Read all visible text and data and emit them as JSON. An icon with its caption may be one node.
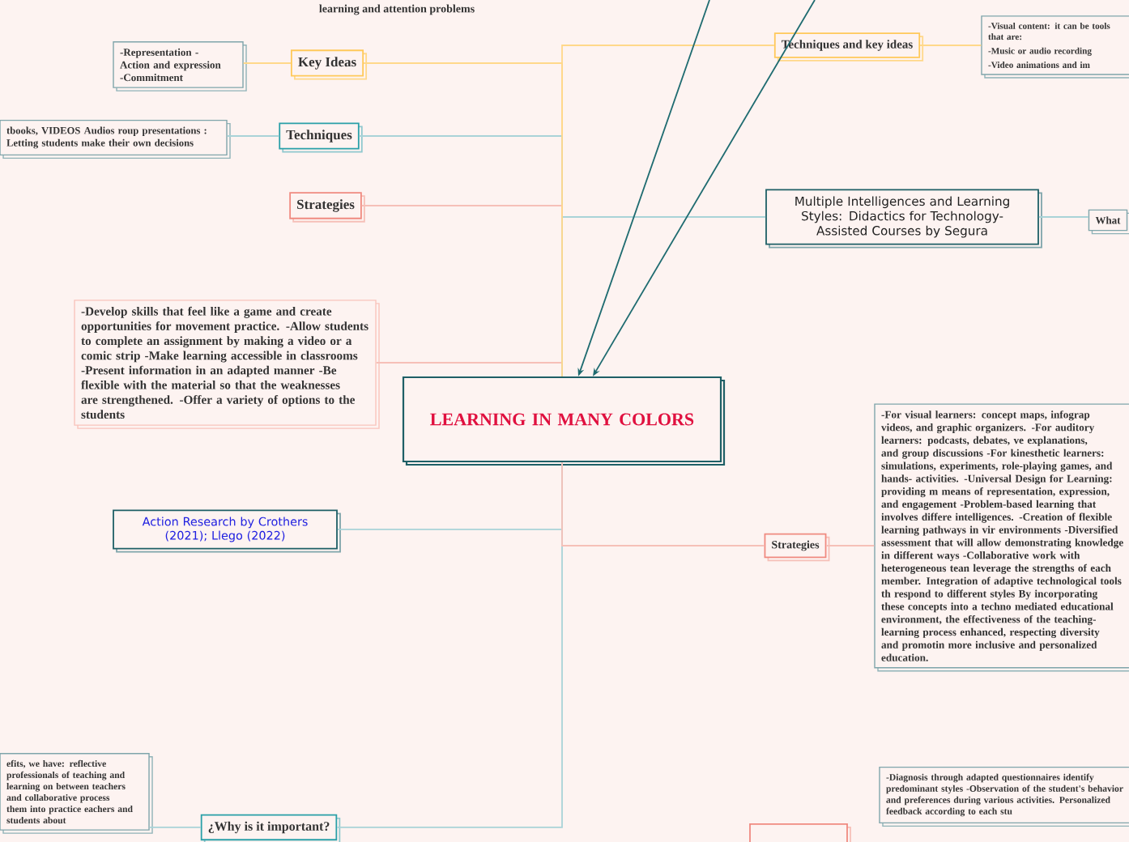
{
  "diagram": {
    "nodes": [
      {
        "text": [
          "LEARNING IN MANY COLORS"
        ]
      },
      {
        "text": [
          "Key Ideas"
        ]
      },
      {
        "text": [
          "-Representation -Action and expression -Commitment"
        ]
      },
      {
        "text": [
          "Techniques"
        ]
      },
      {
        "text": [
          "tbooks, VIDEOS Audios roup presentations : Letting students make their own decisions"
        ]
      },
      {
        "text": [
          "Strategies"
        ]
      },
      {
        "text": [
          "-Develop skills that feel like a game and create opportunities for movement practice. -Allow students to complete an assignment by making a video or a comic strip -Make learning accessible in classrooms -Present information in an adapted manner -Be flexible with the material so that the weaknesses are strengthened. -Offer a variety of options to the students"
        ]
      },
      {
        "text": [
          "Action Research by Crothers (2021); Llego (2022)"
        ]
      },
      {
        "text": [
          "¿Why is it important?"
        ]
      },
      {
        "text": [
          "efits, we have: reflective professionals of teaching and learning on between teachers and collaborative process them into practice eachers and students about"
        ]
      },
      {
        "text": [
          "Multiple Intelligences and Learning Styles: Didactics for Technology-Assisted Courses by Segura"
        ]
      },
      {
        "text": [
          "Techniques and key ideas"
        ]
      },
      {
        "text": [
          "-Visual content: it can be tools that are:",
          "-Music or audio recording",
          "-Video animations and im"
        ]
      },
      {
        "text": [
          "What"
        ]
      },
      {
        "text": [
          "Strategies"
        ]
      },
      {
        "text": [
          "-For visual learners: concept maps, infograp videos, and graphic organizers. -For auditory learners: podcasts, debates, ve explanations, and group discussions -For kinesthetic learners: simulations, experiments, role-playing games, and hands- activities. -Universal Design for Learning: providing m means of representation, expression, and engagement -Problem-based learning that involves differe intelligences. -Creation of flexible learning pathways in vir environments -Diversified assessment that will allow demonstrating knowledge in different ways -Collaborative work with heterogeneous tean leverage the strengths of each member. Integration of adaptive technological tools th respond to different styles By incorporating these concepts into a techno mediated educational environment, the effectiveness of the teaching-learning process enhanced, respecting diversity and promotin more inclusive and personalized education."
        ]
      },
      {
        "text": [
          "-Diagnosis through adapted questionnaires identify predominant styles -Observation of the student's behavior and preferences during various activities. Personalized feedback according to each stu"
        ]
      },
      {
        "text": [],
        "shape": "box"
      }
    ],
    "edges": [
      {
        "from": 0,
        "to": 1,
        "arrow": "none",
        "color": "#ffd88a"
      },
      {
        "from": 1,
        "to": 2,
        "arrow": "none",
        "color": "#ffd88a"
      },
      {
        "from": 0,
        "to": 3,
        "arrow": "none"
      },
      {
        "from": 3,
        "to": 4,
        "arrow": "none"
      },
      {
        "from": 0,
        "to": 5,
        "arrow": "none",
        "color": "#f6c0b8"
      },
      {
        "from": 0,
        "to": 6,
        "arrow": "none",
        "color": "#f6c0b8"
      },
      {
        "from": 0,
        "to": 7,
        "arrow": "none"
      },
      {
        "from": 0,
        "to": 8,
        "arrow": "none"
      },
      {
        "from": 8,
        "to": 9,
        "arrow": "none"
      },
      {
        "from": 0,
        "to": 10,
        "arrow": "none"
      },
      {
        "from": 10,
        "to": 13,
        "arrow": "none"
      },
      {
        "from": 0,
        "to": 11,
        "arrow": "none",
        "color": "#ffd88a"
      },
      {
        "from": 11,
        "to": 12,
        "arrow": "none",
        "color": "#ffd88a"
      },
      {
        "from": 0,
        "to": 14,
        "arrow": "none",
        "color": "#f6c0b8"
      },
      {
        "from": 14,
        "to": 15,
        "arrow": "none",
        "color": "#f6c0b8"
      },
      {
        "from": null,
        "to": 0,
        "arrow": "to",
        "color": "#1e6b70"
      },
      {
        "from": null,
        "to": 0,
        "arrow": "to",
        "color": "#1e6b70"
      }
    ],
    "labels": [
      "learning and attention problems"
    ]
  }
}
